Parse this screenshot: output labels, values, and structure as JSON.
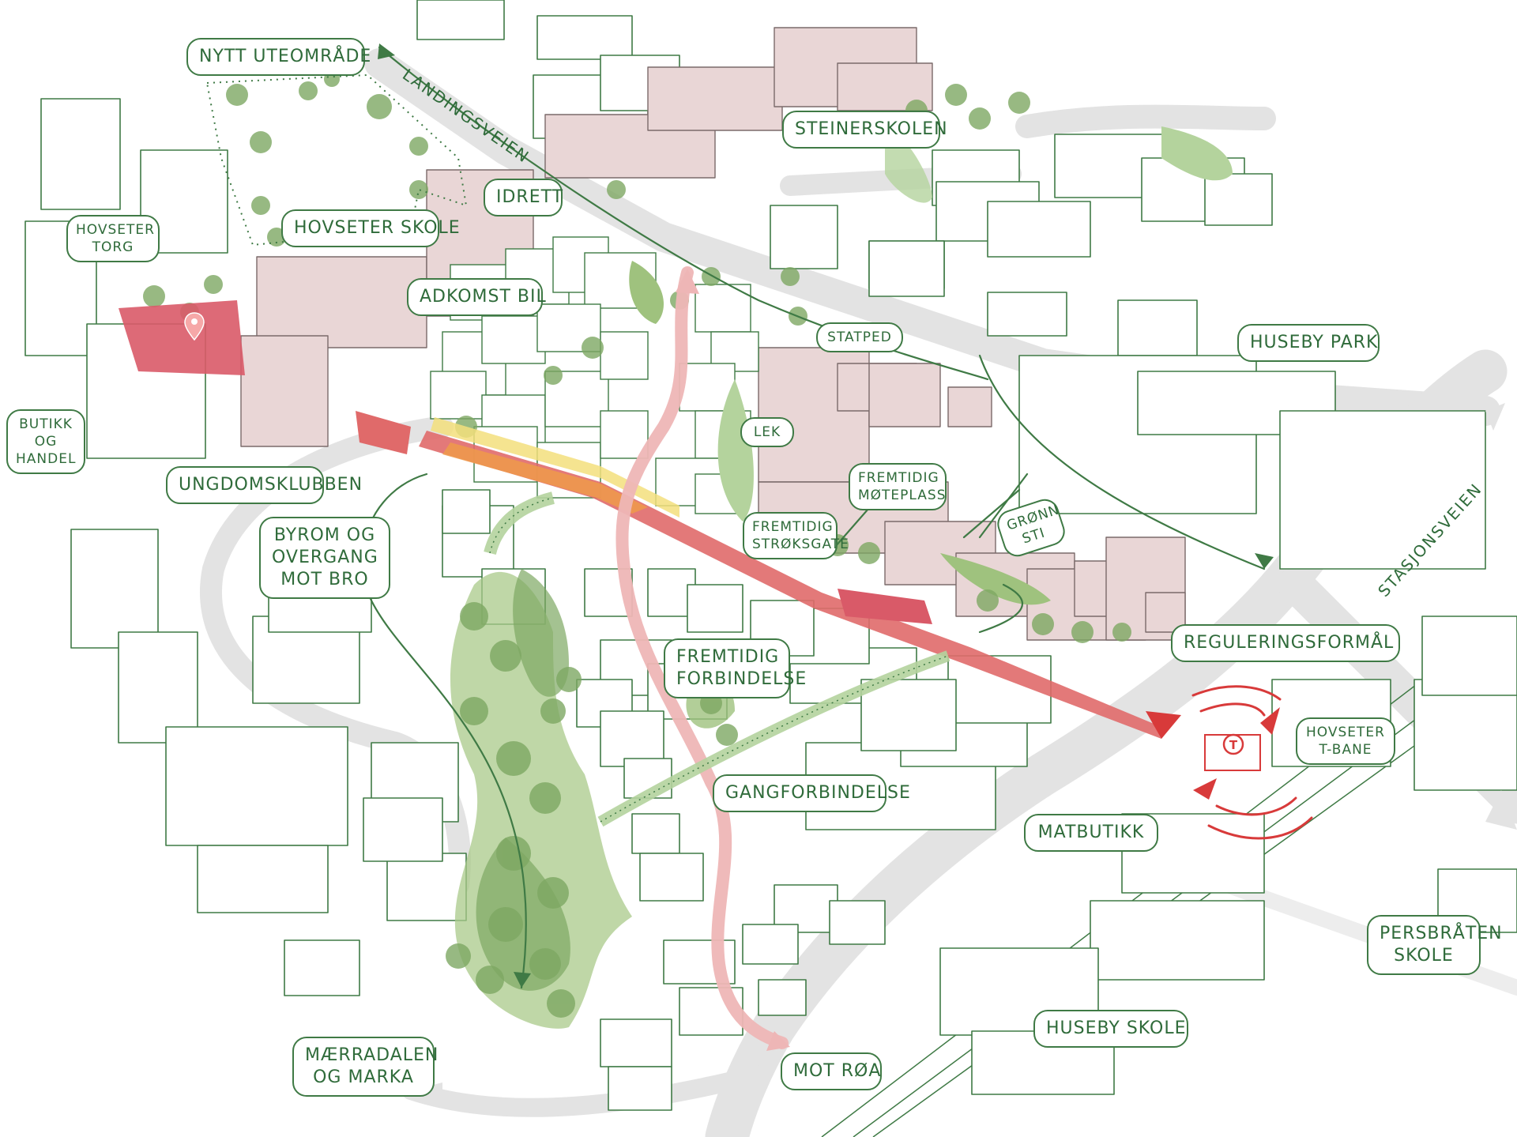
{
  "labels": {
    "nytt_uteomrade": "NYTT UTEOMRÅDE",
    "landingsveien": "LANDINGSVEIEN",
    "steinerskolen": "STEINERSKOLEN",
    "idrett": "IDRETT",
    "hovseter_skole": "HOVSETER SKOLE",
    "hovseter_torg": "HOVSETER TORG",
    "adkomst_bil": "ADKOMST BIL",
    "statped": "STATPED",
    "huseby_park": "HUSEBY PARK",
    "butikk_og_handel": "BUTIKK OG HANDEL",
    "ungdomsklubben": "UNGDOMSKLUBBEN",
    "lek": "LEK",
    "fremtidig_moteplass": "FREMTIDIG MØTEPLASS",
    "gronn_sti": "GRØNN STI",
    "stasjonsveien": "STASJONSVEIEN",
    "byrom_og_overgang": "BYROM OG OVERGANG MOT BRO",
    "fremtidig_stroksgate": "FREMTIDIG STRØKSGATE",
    "reguleringsformal": "REGULERINGSFORMÅL",
    "fremtidig_forbindelse": "FREMTIDIG FORBINDELSE",
    "hovseter_tbane": "HOVSETER T-BANE",
    "gangforbindelse": "GANGFORBINDELSE",
    "matbutikk": "MATBUTIKK",
    "persbraten_skole": "PERSBRÅTEN SKOLE",
    "huseby_skole": "HUSEBY SKOLE",
    "maerradalen": "MÆRRADALEN OG MARKA",
    "mot_roa": "MOT RØA"
  },
  "colors": {
    "ink": "#3f7a45",
    "road_grey": "#e3e3e3",
    "main_street_red": "#e06a6a",
    "path_pink": "#eeb6b6",
    "building_pink": "#e9d6d6",
    "tree_green": "#9fc27e",
    "tree_dark": "#6f9e5c",
    "plaza_red": "#d95a68",
    "station_red": "#d83a3a",
    "yellow_edge": "#f3df7c",
    "orange_edge": "#ef9a4a"
  },
  "icons": {
    "metro": "t-bane-icon",
    "pin": "location-pin-icon"
  }
}
